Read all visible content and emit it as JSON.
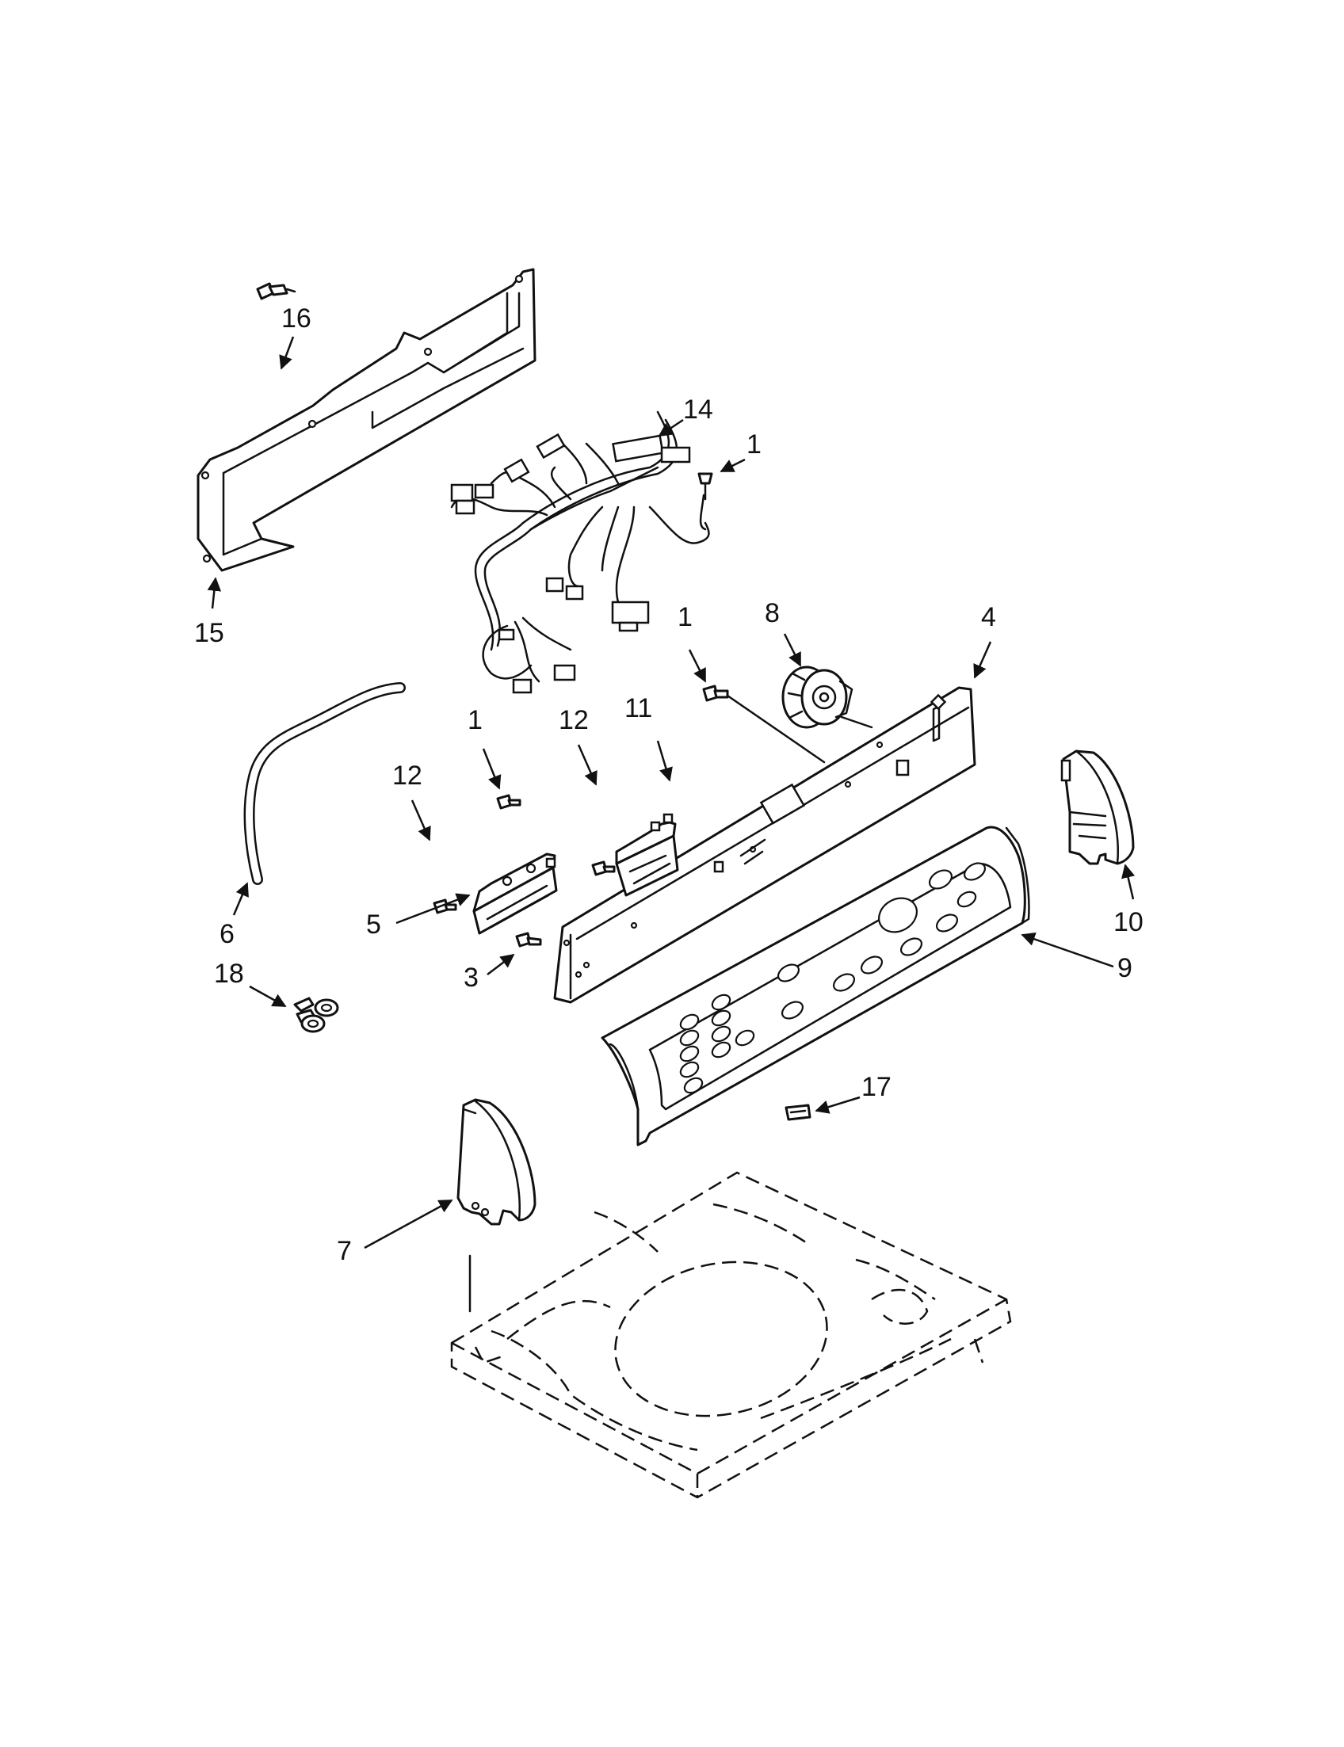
{
  "diagram": {
    "callouts": [
      {
        "id": "c16",
        "label": "16"
      },
      {
        "id": "c14",
        "label": "14"
      },
      {
        "id": "c1a",
        "label": "1"
      },
      {
        "id": "c15",
        "label": "15"
      },
      {
        "id": "c8",
        "label": "8"
      },
      {
        "id": "c1b",
        "label": "1"
      },
      {
        "id": "c4",
        "label": "4"
      },
      {
        "id": "c11",
        "label": "11"
      },
      {
        "id": "c12a",
        "label": "12"
      },
      {
        "id": "c1c",
        "label": "1"
      },
      {
        "id": "c12b",
        "label": "12"
      },
      {
        "id": "c10",
        "label": "10"
      },
      {
        "id": "c6",
        "label": "6"
      },
      {
        "id": "c5",
        "label": "5"
      },
      {
        "id": "c3",
        "label": "3"
      },
      {
        "id": "c9",
        "label": "9"
      },
      {
        "id": "c18",
        "label": "18"
      },
      {
        "id": "c17",
        "label": "17"
      },
      {
        "id": "c7",
        "label": "7"
      }
    ]
  }
}
